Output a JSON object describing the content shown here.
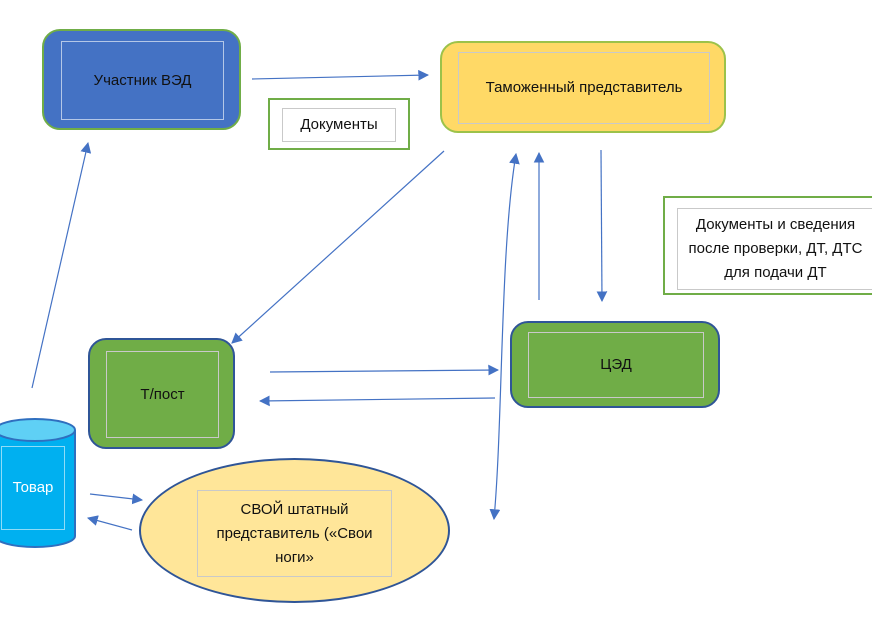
{
  "nodes": {
    "ved": "Участник ВЭД",
    "broker": "Таможенный представитель",
    "docs": "Документы",
    "docs_after": [
      "Документы и сведения",
      "после проверки, ДТ, ДТС",
      "для подачи ДТ"
    ],
    "tpost": "Т/пост",
    "ced": "ЦЭД",
    "goods": "Товар",
    "own_rep": [
      "СВОЙ штатный",
      "представитель («Свои",
      "ноги»"
    ]
  },
  "colors": {
    "blue_fill": "#4472c4",
    "blue_border": "#70ad47",
    "yellow_fill": "#ffd966",
    "yellow_border": "#9cc24a",
    "green_fill": "#70ad47",
    "green_border": "#2f5597",
    "cyan_fill": "#00b0f0",
    "cyan_top": "#5fd0f5",
    "cyan_border": "#2f6fbf",
    "doc_border": "#70ad47",
    "arrow": "#4472c4"
  }
}
